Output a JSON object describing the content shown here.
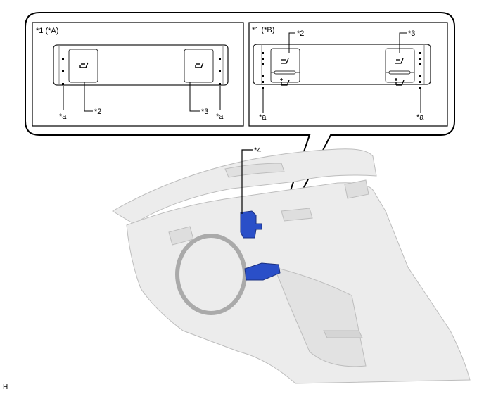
{
  "callout_frame": {
    "panel_a": {
      "title": "*1 (*A)",
      "labels": {
        "left_a": "*a",
        "switch_left": "*2",
        "switch_right": "*3",
        "right_a": "*a"
      }
    },
    "panel_b": {
      "title": "*1 (*B)",
      "labels": {
        "switch_left": "*2",
        "switch_right": "*3",
        "left_a": "*a",
        "right_a": "*a"
      }
    }
  },
  "main_illustration": {
    "labels": {
      "part_4": "*4"
    },
    "highlight_color": "#2a4fc8"
  },
  "corner_code": "H",
  "icons": [
    "seat-heater-icon",
    "seat-ventilation-icon",
    "indicator-dots-icon"
  ]
}
